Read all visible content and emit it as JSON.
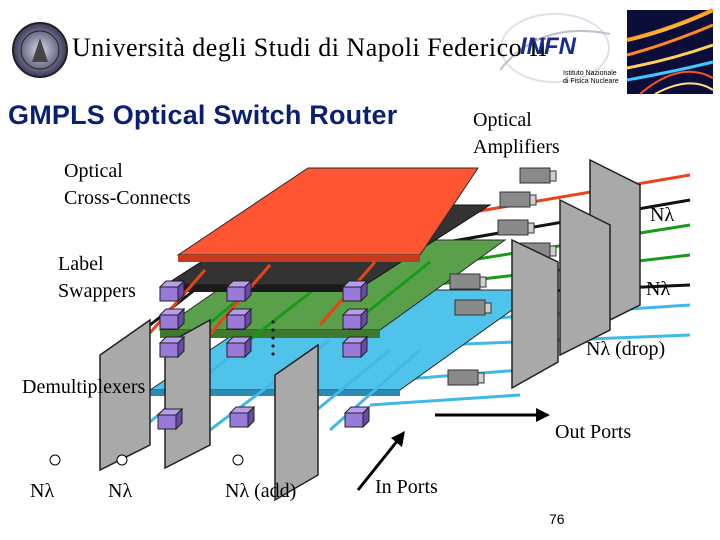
{
  "header": {
    "university_name": "Università degli Studi di Napoli Federico II",
    "infn_logo_text": "INFN",
    "infn_subtitle": "Istituto Nazionale\ndi Fisica Nucleare"
  },
  "title": "GMPLS Optical Switch Router",
  "labels": {
    "optical_amplifiers": [
      "Optical",
      "Amplifiers"
    ],
    "optical_cross_connects": [
      "Optical",
      "Cross-Connects"
    ],
    "label_swappers": [
      "Label",
      "Swappers"
    ],
    "demultiplexers": "Demultiplexers",
    "n_lambda_top": "Nλ",
    "n_lambda_mid": "Nλ",
    "n_lambda_drop": "Nλ (drop)",
    "n_lambda_left1": "Nλ",
    "n_lambda_left2": "Nλ",
    "n_lambda_add": "Nλ (add)",
    "out_ports": "Out Ports",
    "in_ports": "In Ports"
  },
  "page_number": "76",
  "colors": {
    "title": "#0b1f73",
    "cross_connect_layer": "#ff5533",
    "dark_layer": "#333333",
    "label_swapper_layer": "#5aa04a",
    "demux_layer": "#4fc3ea",
    "swapper_cube": "#9a7ad8",
    "amplifier_box": "#8a8a8a",
    "red_fiber": "#e8431a",
    "green_fiber": "#1a9a1a",
    "blue_fiber": "#40b8e8",
    "mux_panel": "#a9a9a9"
  }
}
